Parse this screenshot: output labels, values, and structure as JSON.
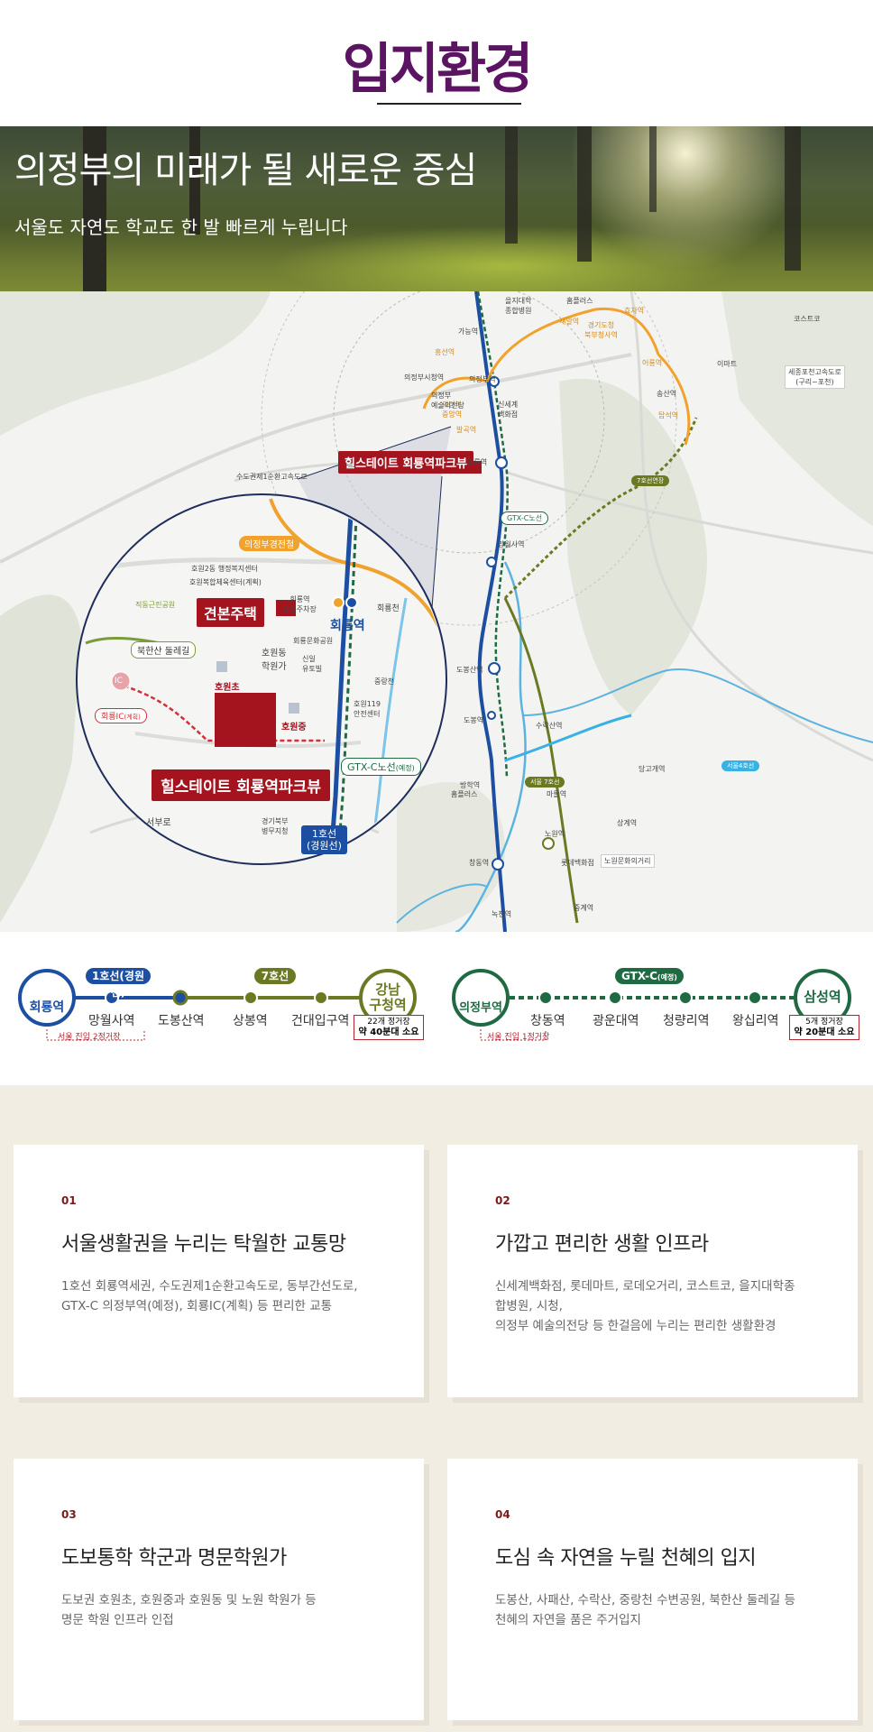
{
  "header": {
    "title": "입지환경"
  },
  "hero": {
    "headline": "의정부의 미래가 될 새로운 중심",
    "subheadline": "서울도 자연도 학교도 한 발 빠르게 누립니다"
  },
  "map": {
    "site_label": "힐스테이트 회룡역파크뷰",
    "model_house_label": "견본주택",
    "zoom_station": "회룡역",
    "line1_badge": "1호선\n(경원선)",
    "gtx_label": "GTX-C노선",
    "gtx_suffix": "(예정)",
    "ic_label": "회룡IC",
    "ic_suffix": "(계획)",
    "ic_icon": "IC",
    "bukhansan_label": "북한산 둘레길",
    "gov_complex_label": "의정부경전철",
    "zoom_labels": {
      "hoewon2": "호원2동 행정복지센터",
      "hoewon_welfare": "호원복합체육센터(계획)",
      "hoeryong_transfer": "회룡역\n환승주차장",
      "hoeryongcheon": "회룡천",
      "hoewondong": "호원동\n학원가",
      "hoeryong_culture": "회룡문화공원",
      "sinjip": "신일\n유토빌",
      "hoewon_elem": "호원초",
      "hoewon_mid": "호원중",
      "jungnangcheon": "중랑천",
      "safety": "호원119\n안전센터",
      "seobu": "서부로",
      "police": "경기북부\n병무지청",
      "hakdong": "직동근린공원"
    },
    "stations": {
      "ganeung": "가능역",
      "uijeongbu": "의정부역",
      "hoeryong": "회룡역",
      "mangwolsa": "망월사역",
      "dobongsan": "도봉산역",
      "dobong": "도봉역",
      "banghak": "방학역",
      "chang_dong": "창동역",
      "nowon": "노원역",
      "suraksan": "수락산역",
      "madeul": "마들역",
      "junggye": "중계역",
      "sanggye": "상계역",
      "danggogae": "당고개역",
      "nokcheon": "녹천역",
      "songsan": "송산역",
      "gyeonggi": "경기도청\n북부청사역",
      "saemal": "새말역",
      "hyoja": "효자역",
      "heungseon": "흥선역",
      "uijeongbu_city": "의정부시청역",
      "uijeongbu_court": "의정부\n중앙역",
      "balgok": "발곡역",
      "eoryong": "어룡역",
      "tapseok": "탑석역"
    },
    "places": {
      "eulji": "을지대학\n종합병원",
      "homeplus": "홈플러스",
      "costco": "코스트코",
      "emart": "이마트",
      "sejong": "세종포천고속도로\n(구리~포천)",
      "ring_road": "수도권제1순환고속도로",
      "shinsegae": "신세계\n백화점",
      "arts": "의정부\n예술의전당",
      "homeplus2": "홈플러스",
      "lotte": "롯데백화점",
      "nowon_culture": "노원문화의거리",
      "seoul_line7": "서울 7호선",
      "seoul_line4": "서울4호선",
      "gtx_map": "GTX-C노선",
      "line7_ext": "7호선연장"
    }
  },
  "routes": {
    "left": {
      "start": "회룡역",
      "line1_badge": "1호선(경원선)",
      "line7_badge": "7호선",
      "stations": [
        "망월사역",
        "도봉산역",
        "상봉역",
        "건대입구역"
      ],
      "note": "서울 진입 2정거장",
      "destination": "강남\n구청역",
      "time_line1": "22개 정거장",
      "time_line2": "약 40분대 소요",
      "color_line1": "#1c4fa1",
      "color_line7": "#6b7a22"
    },
    "right": {
      "start": "의정부역",
      "badge": "GTX-C",
      "badge_suffix": "(예정)",
      "stations": [
        "창동역",
        "광운대역",
        "청량리역",
        "왕십리역"
      ],
      "note": "서울 진입 1정거장",
      "destination": "삼성역",
      "time_line1": "5개 정거장",
      "time_line2": "약 20분대 소요",
      "color": "#1f6a43"
    }
  },
  "features": [
    {
      "num": "01",
      "title": "서울생활권을 누리는 탁월한 교통망",
      "desc": "1호선 회룡역세권, 수도권제1순환고속도로, 동부간선도로,\nGTX-C 의정부역(예정), 회룡IC(계획) 등 편리한 교통"
    },
    {
      "num": "02",
      "title": "가깝고 편리한 생활 인프라",
      "desc": "신세계백화점, 롯데마트, 로데오거리, 코스트코, 을지대학종\n합병원, 시청,\n의정부 예술의전당 등 한걸음에 누리는 편리한 생활환경"
    },
    {
      "num": "03",
      "title": "도보통학 학군과 명문학원가",
      "desc": "도보권 호원초, 호원중과 호원동 및 노원 학원가 등\n명문 학원 인프라 인접"
    },
    {
      "num": "04",
      "title": "도심 속 자연을 누릴 천혜의 입지",
      "desc": "도봉산, 사패산, 수락산, 중랑천 수변공원, 북한산 둘레길 등\n천혜의 자연을 품은 주거입지"
    }
  ],
  "colors": {
    "title": "#5b1461",
    "accent": "#a3141f",
    "line1": "#1c4fa1",
    "line7": "#6b7a22",
    "gtx": "#1f6a43",
    "beige": "#f1ede3"
  }
}
